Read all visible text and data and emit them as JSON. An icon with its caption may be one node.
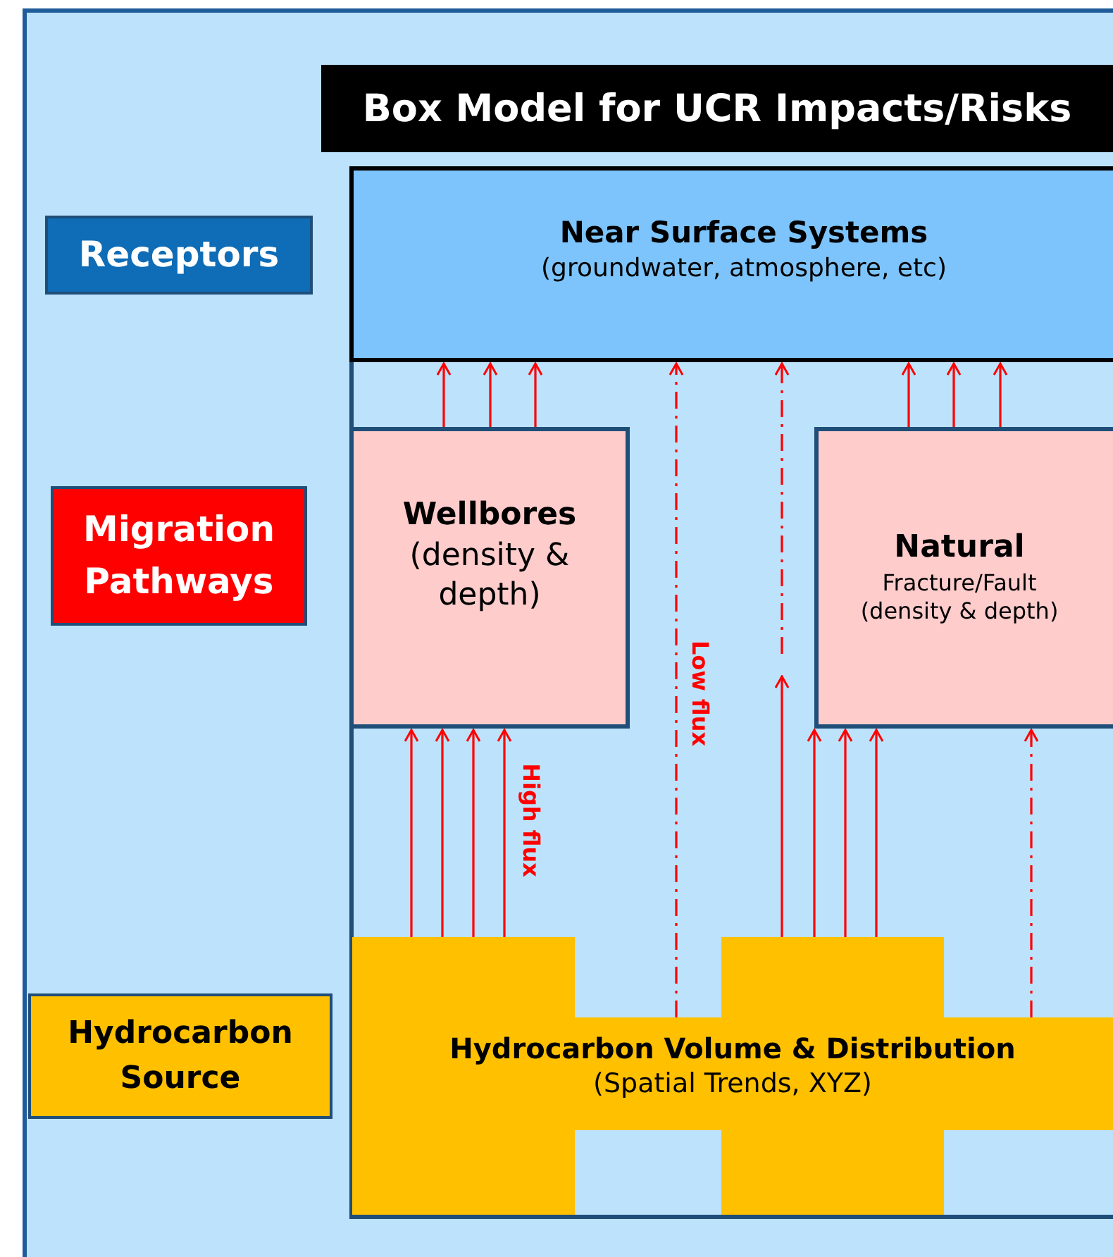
{
  "diagram": {
    "title": "Box Model for UCR Impacts/Risks",
    "nodes": [
      {
        "text": [
          "Receptors"
        ]
      },
      {
        "text": [
          "Migration Pathways"
        ]
      },
      {
        "text": [
          "Hydrocarbon Source"
        ]
      },
      {
        "text": [
          "Near Surface Systems",
          "(groundwater, atmosphere, etc)"
        ]
      },
      {
        "text": [
          "Wellbores",
          "(density & depth)"
        ]
      },
      {
        "text": [
          "Natural",
          "Fracture/Fault",
          "(density & depth)"
        ]
      },
      {
        "text": [
          "Hydrocarbon Volume & Distribution",
          "(Spatial Trends, XYZ)"
        ]
      }
    ],
    "edges": [
      {
        "from": 6,
        "to": 4,
        "arrow": "to"
      },
      {
        "from": 6,
        "to": 4,
        "arrow": "to"
      },
      {
        "from": 6,
        "to": 4,
        "arrow": "to"
      },
      {
        "from": 6,
        "to": 4,
        "arrow": "to",
        "label": "High flux"
      },
      {
        "from": 4,
        "to": 3,
        "arrow": "to"
      },
      {
        "from": 4,
        "to": 3,
        "arrow": "to"
      },
      {
        "from": 4,
        "to": 3,
        "arrow": "to"
      },
      {
        "from": 6,
        "to": 3,
        "arrow": "to",
        "style": "dashed",
        "label": "Low flux"
      },
      {
        "from": null,
        "to": 3,
        "arrow": "to",
        "style": "dashed"
      },
      {
        "from": 6,
        "to": 5,
        "arrow": "to"
      },
      {
        "from": 6,
        "to": 5,
        "arrow": "to"
      },
      {
        "from": 6,
        "to": 5,
        "arrow": "to"
      },
      {
        "from": 6,
        "to": 5,
        "arrow": "to"
      },
      {
        "from": 6,
        "to": 5,
        "arrow": "to",
        "style": "dashed"
      },
      {
        "from": 5,
        "to": 3,
        "arrow": "to"
      },
      {
        "from": 5,
        "to": 3,
        "arrow": "to"
      },
      {
        "from": 5,
        "to": 3,
        "arrow": "to"
      }
    ]
  }
}
